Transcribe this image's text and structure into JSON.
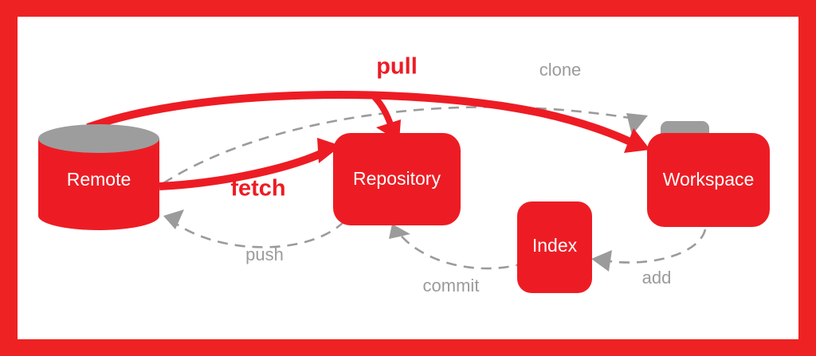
{
  "figure": {
    "title": "Git data transport commands diagram",
    "frame_color": "#ee2222",
    "canvas_color": "#ffffff",
    "accent_red": "#ed1c24",
    "muted_gray": "#9b9b9b"
  },
  "nodes": [
    {
      "id": "remote",
      "label": "Remote",
      "shape": "cylinder",
      "color": "#ed1c24",
      "accent": "#9d9d9d"
    },
    {
      "id": "repository",
      "label": "Repository",
      "shape": "rounded-rect",
      "color": "#ed1c24"
    },
    {
      "id": "index",
      "label": "Index",
      "shape": "rounded-rect",
      "color": "#ed1c24"
    },
    {
      "id": "workspace",
      "label": "Workspace",
      "shape": "folder",
      "color": "#ed1c24",
      "accent": "#9d9d9d"
    }
  ],
  "edges": [
    {
      "id": "pull",
      "label": "pull",
      "from": "remote",
      "to": "workspace",
      "style": "solid",
      "color": "#ed1c24",
      "emphasis": "bold"
    },
    {
      "id": "fetch",
      "label": "fetch",
      "from": "remote",
      "to": "repository",
      "style": "solid",
      "color": "#ed1c24",
      "emphasis": "bold"
    },
    {
      "id": "clone",
      "label": "clone",
      "from": "remote",
      "to": "workspace",
      "style": "dashed",
      "color": "#9b9b9b",
      "emphasis": "normal"
    },
    {
      "id": "push",
      "label": "push",
      "from": "repository",
      "to": "remote",
      "style": "dashed",
      "color": "#9b9b9b",
      "emphasis": "normal"
    },
    {
      "id": "commit",
      "label": "commit",
      "from": "index",
      "to": "repository",
      "style": "dashed",
      "color": "#9b9b9b",
      "emphasis": "normal"
    },
    {
      "id": "add",
      "label": "add",
      "from": "workspace",
      "to": "index",
      "style": "dashed",
      "color": "#9b9b9b",
      "emphasis": "normal"
    }
  ]
}
